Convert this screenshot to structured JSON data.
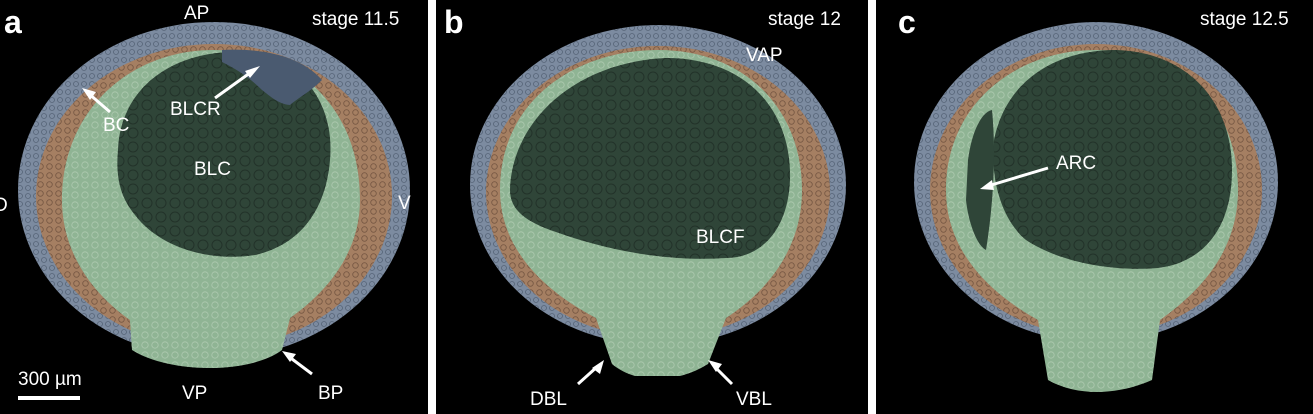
{
  "panels": {
    "a": {
      "letter": "a",
      "stage": "stage 11.5",
      "labels": {
        "ap": "AP",
        "bc": "BC",
        "blcr": "BLCR",
        "blc": "BLC",
        "d": "D",
        "v": "V",
        "vp": "VP",
        "bp": "BP"
      },
      "scalebar": "300 µm"
    },
    "b": {
      "letter": "b",
      "stage": "stage 12",
      "labels": {
        "vap": "VAP",
        "blcf": "BLCF",
        "dbl": "DBL",
        "vbl": "VBL"
      }
    },
    "c": {
      "letter": "c",
      "stage": "stage 12.5",
      "labels": {
        "arc": "ARC"
      }
    }
  },
  "colors": {
    "background": "#000000",
    "separator": "#ffffff",
    "outer_layer": "#7c8ba0",
    "marginal_zone": "#a57f62",
    "endoderm": "#8fb494",
    "cavity": "#2f4538",
    "roof_highlight": "#4a5a70"
  }
}
